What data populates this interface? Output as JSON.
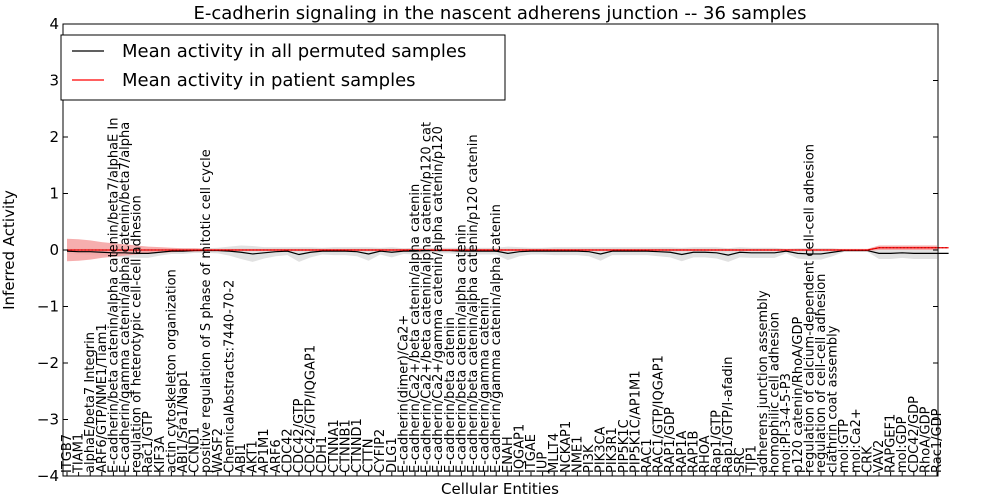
{
  "chart_data": {
    "type": "line",
    "title": "E-cadherin signaling in the nascent adherens junction -- 36 samples",
    "xlabel": "Cellular Entities",
    "ylabel": "Inferred Activity",
    "ylim": [
      -4,
      4
    ],
    "yticks": [
      "−4",
      "−3",
      "−2",
      "−1",
      "0",
      "1",
      "2",
      "3",
      "4"
    ],
    "legend_position": "upper-left",
    "grid": false,
    "categories": [
      "ITGB7",
      "TIAM1",
      "alphaE/beta7 Integrin",
      "ARF6/GTP/NME1/Tiam1",
      "E-cadherin/beta catenin/alpha catenin/beta7/alphaE In",
      "E-cadherin/gamma catenin/alpha catenin/beta7/alpha",
      "regulation of heterotypic cell-cell adhesion",
      "Rac1/GTP",
      "KIF3A",
      "actin cytoskeleton organization",
      "ABI1/Sra1/Nap1",
      "CCND1",
      "positive regulation of S phase of mitotic cell cycle",
      "WASF2",
      "ChemicalAbstracts:7440-70-2",
      "ABI1",
      "AKT1",
      "AP1M1",
      "ARF6",
      "CDC42",
      "CDC42/GTP",
      "CDC42/GTP/IQGAP1",
      "CDH1",
      "CTNNA1",
      "CTNNB1",
      "CTNND1",
      "CTTN",
      "CYFIP2",
      "DLG1",
      "E-cadherin(dimer)/Ca2+",
      "E-cadherin/Ca2+/beta catenin/alpha catenin",
      "E-cadherin/Ca2+/beta catenin/alpha catenin/p120 cat",
      "E-cadherin/Ca2+/gamma catenin/alpha catenin/p120",
      "E-cadherin/beta catenin",
      "E-cadherin/beta catenin/alpha catenin",
      "E-cadherin/beta catenin/alpha catenin/p120 catenin",
      "E-cadherin/gamma catenin",
      "E-cadherin/gamma catenin/alpha catenin",
      "ENAH",
      "IQGAP1",
      "ITGAE",
      "JUP",
      "MLLT4",
      "NCKAP1",
      "NME1",
      "PI3K",
      "PIK3CA",
      "PIK3R1",
      "PIP5K1C",
      "PIP5K1C/AP1M1",
      "RAC1",
      "RAC1/GTP/IQGAP1",
      "RAP1/GDP",
      "RAP1A",
      "RAP1B",
      "RHOA",
      "Rap1/GTP",
      "Rap1/GTP/I-afadin",
      "SRC",
      "TJP1",
      "adherens junction assembly",
      "homophilic cell adhesion",
      "mol:PI-3-4-5-P3",
      "p120 catenin/RhoA/GDP",
      "regulation of calcium-dependent cell-cell adhesion",
      "regulation of cell-cell adhesion",
      "clathrin coat assembly",
      "mol:GTP",
      "mol:Ca2+",
      "CRK",
      "VAV2",
      "RAPGEF1",
      "mol:GDP",
      "CDC42/GDP",
      "RhoA/GDP",
      "Rac1/GDP"
    ],
    "series": [
      {
        "name": "Mean activity in all permuted samples",
        "color": "#000000",
        "values": [
          -0.02,
          -0.03,
          -0.03,
          -0.04,
          -0.05,
          -0.05,
          -0.06,
          -0.06,
          -0.04,
          -0.02,
          -0.02,
          -0.01,
          -0.01,
          -0.01,
          -0.02,
          -0.04,
          -0.07,
          -0.05,
          -0.03,
          -0.02,
          -0.08,
          -0.04,
          -0.02,
          -0.02,
          -0.02,
          -0.03,
          -0.07,
          -0.02,
          -0.04,
          -0.02,
          -0.02,
          -0.01,
          -0.01,
          -0.01,
          -0.02,
          -0.02,
          -0.02,
          -0.02,
          -0.06,
          -0.03,
          -0.02,
          -0.02,
          -0.02,
          -0.02,
          -0.02,
          -0.03,
          -0.07,
          -0.02,
          -0.02,
          -0.02,
          -0.02,
          -0.03,
          -0.04,
          -0.08,
          -0.04,
          -0.04,
          -0.05,
          -0.09,
          -0.04,
          -0.05,
          -0.05,
          -0.05,
          -0.02,
          -0.06,
          -0.07,
          -0.07,
          -0.04,
          -0.01,
          -0.01,
          -0.01,
          -0.06,
          -0.06,
          -0.05,
          -0.06,
          -0.06,
          -0.06,
          -0.06
        ]
      },
      {
        "name": "Mean activity in patient samples",
        "color": "#ff0000",
        "values": [
          0.0,
          0.0,
          0.0,
          0.0,
          0.0,
          0.0,
          0.0,
          0.0,
          0.0,
          0.0,
          0.0,
          0.0,
          0.0,
          0.0,
          0.0,
          0.0,
          0.0,
          0.0,
          0.0,
          0.0,
          0.0,
          0.0,
          0.0,
          0.0,
          0.0,
          0.0,
          0.0,
          0.0,
          0.0,
          0.0,
          0.0,
          0.0,
          0.0,
          0.0,
          0.0,
          0.0,
          0.0,
          0.0,
          0.0,
          0.0,
          0.0,
          0.0,
          0.0,
          0.0,
          0.0,
          0.0,
          0.0,
          0.0,
          0.0,
          0.0,
          0.0,
          0.0,
          0.0,
          0.0,
          0.0,
          0.0,
          0.0,
          0.0,
          0.0,
          0.0,
          0.0,
          0.0,
          0.0,
          0.0,
          0.0,
          0.0,
          0.0,
          0.0,
          0.0,
          0.0,
          0.04,
          0.04,
          0.04,
          0.04,
          0.04,
          0.04,
          0.04
        ]
      }
    ],
    "bands": [
      {
        "series": "Mean activity in all permuted samples",
        "color": "#c8c8c8",
        "spread": [
          0.05,
          0.05,
          0.06,
          0.06,
          0.07,
          0.08,
          0.08,
          0.08,
          0.06,
          0.05,
          0.05,
          0.04,
          0.04,
          0.05,
          0.08,
          0.12,
          0.14,
          0.1,
          0.08,
          0.07,
          0.13,
          0.09,
          0.06,
          0.07,
          0.07,
          0.08,
          0.12,
          0.06,
          0.09,
          0.05,
          0.06,
          0.05,
          0.05,
          0.05,
          0.06,
          0.06,
          0.06,
          0.06,
          0.12,
          0.08,
          0.06,
          0.06,
          0.07,
          0.07,
          0.07,
          0.08,
          0.12,
          0.07,
          0.07,
          0.07,
          0.07,
          0.08,
          0.09,
          0.12,
          0.09,
          0.09,
          0.1,
          0.12,
          0.09,
          0.09,
          0.09,
          0.09,
          0.04,
          0.09,
          0.1,
          0.1,
          0.07,
          0.02,
          0.02,
          0.02,
          0.1,
          0.1,
          0.09,
          0.1,
          0.1,
          0.1,
          0.1
        ]
      },
      {
        "series": "Mean activity in patient samples",
        "color": "#f4a0a0",
        "spread": [
          0.2,
          0.19,
          0.17,
          0.14,
          0.12,
          0.1,
          0.08,
          0.06,
          0.05,
          0.04,
          0.03,
          0.03,
          0.02,
          0.02,
          0.02,
          0.02,
          0.02,
          0.02,
          0.02,
          0.02,
          0.02,
          0.02,
          0.02,
          0.02,
          0.02,
          0.02,
          0.02,
          0.02,
          0.02,
          0.02,
          0.02,
          0.02,
          0.02,
          0.02,
          0.02,
          0.02,
          0.02,
          0.02,
          0.02,
          0.02,
          0.02,
          0.02,
          0.02,
          0.02,
          0.02,
          0.02,
          0.02,
          0.02,
          0.02,
          0.02,
          0.02,
          0.02,
          0.02,
          0.02,
          0.02,
          0.02,
          0.02,
          0.02,
          0.02,
          0.02,
          0.02,
          0.02,
          0.02,
          0.02,
          0.02,
          0.02,
          0.02,
          0.02,
          0.02,
          0.02,
          0.04,
          0.04,
          0.04,
          0.04,
          0.04,
          0.04,
          0.04
        ]
      }
    ]
  }
}
